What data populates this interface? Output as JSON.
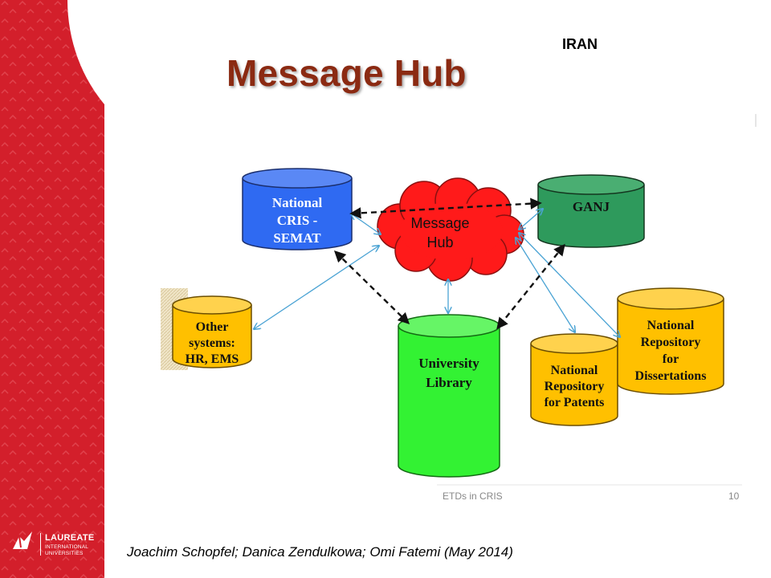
{
  "slide": {
    "title": "Message Hub",
    "country": "IRAN",
    "footer_topic": "ETDs in CRIS",
    "page_number": "10",
    "citation": "Joachim Schopfel; Danica Zendulkowa; Omi Fatemi (May 2014)"
  },
  "logo": {
    "name": "LAUREATE",
    "line1": "INTERNATIONAL",
    "line2": "UNIVERSITIES"
  },
  "colors": {
    "sidebar": "#d31f2b",
    "title": "#8b2a12",
    "cris": "#2f6af2",
    "hub": "#ff1a1a",
    "ganj": "#2e9a5c",
    "library": "#33f233",
    "repository": "#ffc000"
  },
  "diagram": {
    "nodes": {
      "cris": {
        "line1": "National",
        "line2": "CRIS -",
        "line3": "SEMAT"
      },
      "hub": {
        "line1": "Message",
        "line2": "Hub"
      },
      "ganj": {
        "label": "GANJ"
      },
      "other": {
        "line1": "Other",
        "line2": "systems:",
        "line3": "HR, EMS"
      },
      "library": {
        "line1": "University",
        "line2": "Library"
      },
      "patents": {
        "line1": "National",
        "line2": "Repository",
        "line3": "for Patents"
      },
      "dissertations": {
        "line1": "National",
        "line2": "Repository",
        "line3": "for",
        "line4": "Dissertations"
      }
    }
  }
}
